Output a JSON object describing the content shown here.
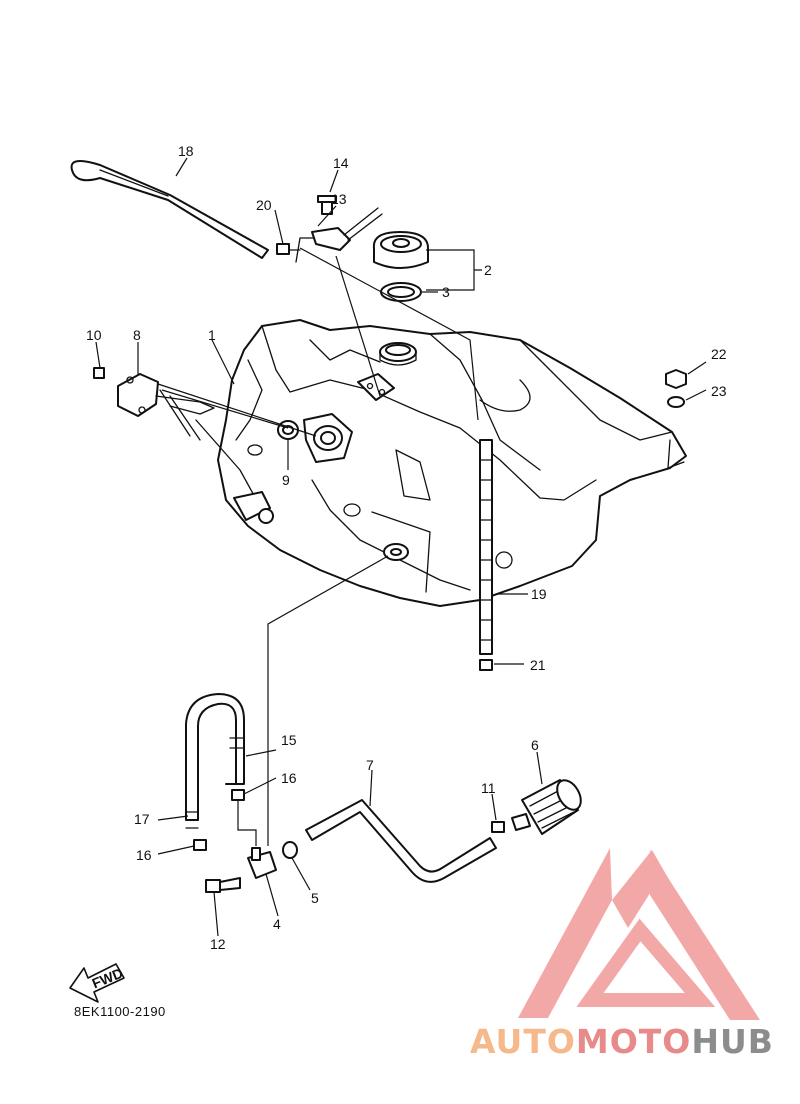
{
  "diagram": {
    "code": "8EK1100-2190",
    "fwd_label": "FWD",
    "callouts": [
      {
        "id": "c1",
        "text": "1"
      },
      {
        "id": "c2",
        "text": "2"
      },
      {
        "id": "c3",
        "text": "3"
      },
      {
        "id": "c4",
        "text": "4"
      },
      {
        "id": "c5",
        "text": "5"
      },
      {
        "id": "c6",
        "text": "6"
      },
      {
        "id": "c7",
        "text": "7"
      },
      {
        "id": "c8",
        "text": "8"
      },
      {
        "id": "c9",
        "text": "9"
      },
      {
        "id": "c10",
        "text": "10"
      },
      {
        "id": "c11",
        "text": "11"
      },
      {
        "id": "c12",
        "text": "12"
      },
      {
        "id": "c13",
        "text": "13"
      },
      {
        "id": "c14",
        "text": "14"
      },
      {
        "id": "c15",
        "text": "15"
      },
      {
        "id": "c16a",
        "text": "16"
      },
      {
        "id": "c16b",
        "text": "16"
      },
      {
        "id": "c17",
        "text": "17"
      },
      {
        "id": "c18",
        "text": "18"
      },
      {
        "id": "c19",
        "text": "19"
      },
      {
        "id": "c20",
        "text": "20"
      },
      {
        "id": "c21",
        "text": "21"
      },
      {
        "id": "c22",
        "text": "22"
      },
      {
        "id": "c23",
        "text": "23"
      }
    ]
  },
  "watermark": {
    "part1": "AUTO",
    "part2": "MOTO",
    "part3": "HUB",
    "colors": {
      "auto": "#f5b98c",
      "moto": "#e88a8a",
      "hub": "#8c8c8c",
      "logo": "#f29a9a"
    }
  }
}
